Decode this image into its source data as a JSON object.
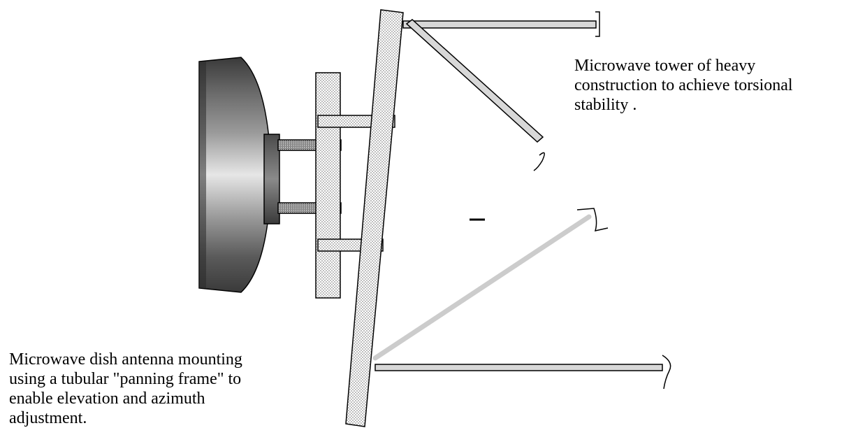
{
  "tower_caption": {
    "lines": [
      "Microwave tower of heavy",
      "construction to achieve torsional",
      "stability ."
    ]
  },
  "dish_caption": {
    "lines": [
      "Microwave dish antenna mounting",
      "using  a tubular \"panning frame\" to",
      "enable elevation and azimuth",
      "adjustment."
    ]
  },
  "colors": {
    "metal_fill": "#d8d8d8",
    "outline": "#000000",
    "dish_dark": "#3a3a3a",
    "dish_light": "#e6e6e6",
    "brace_light": "#c8c8c8",
    "background": "#ffffff"
  }
}
